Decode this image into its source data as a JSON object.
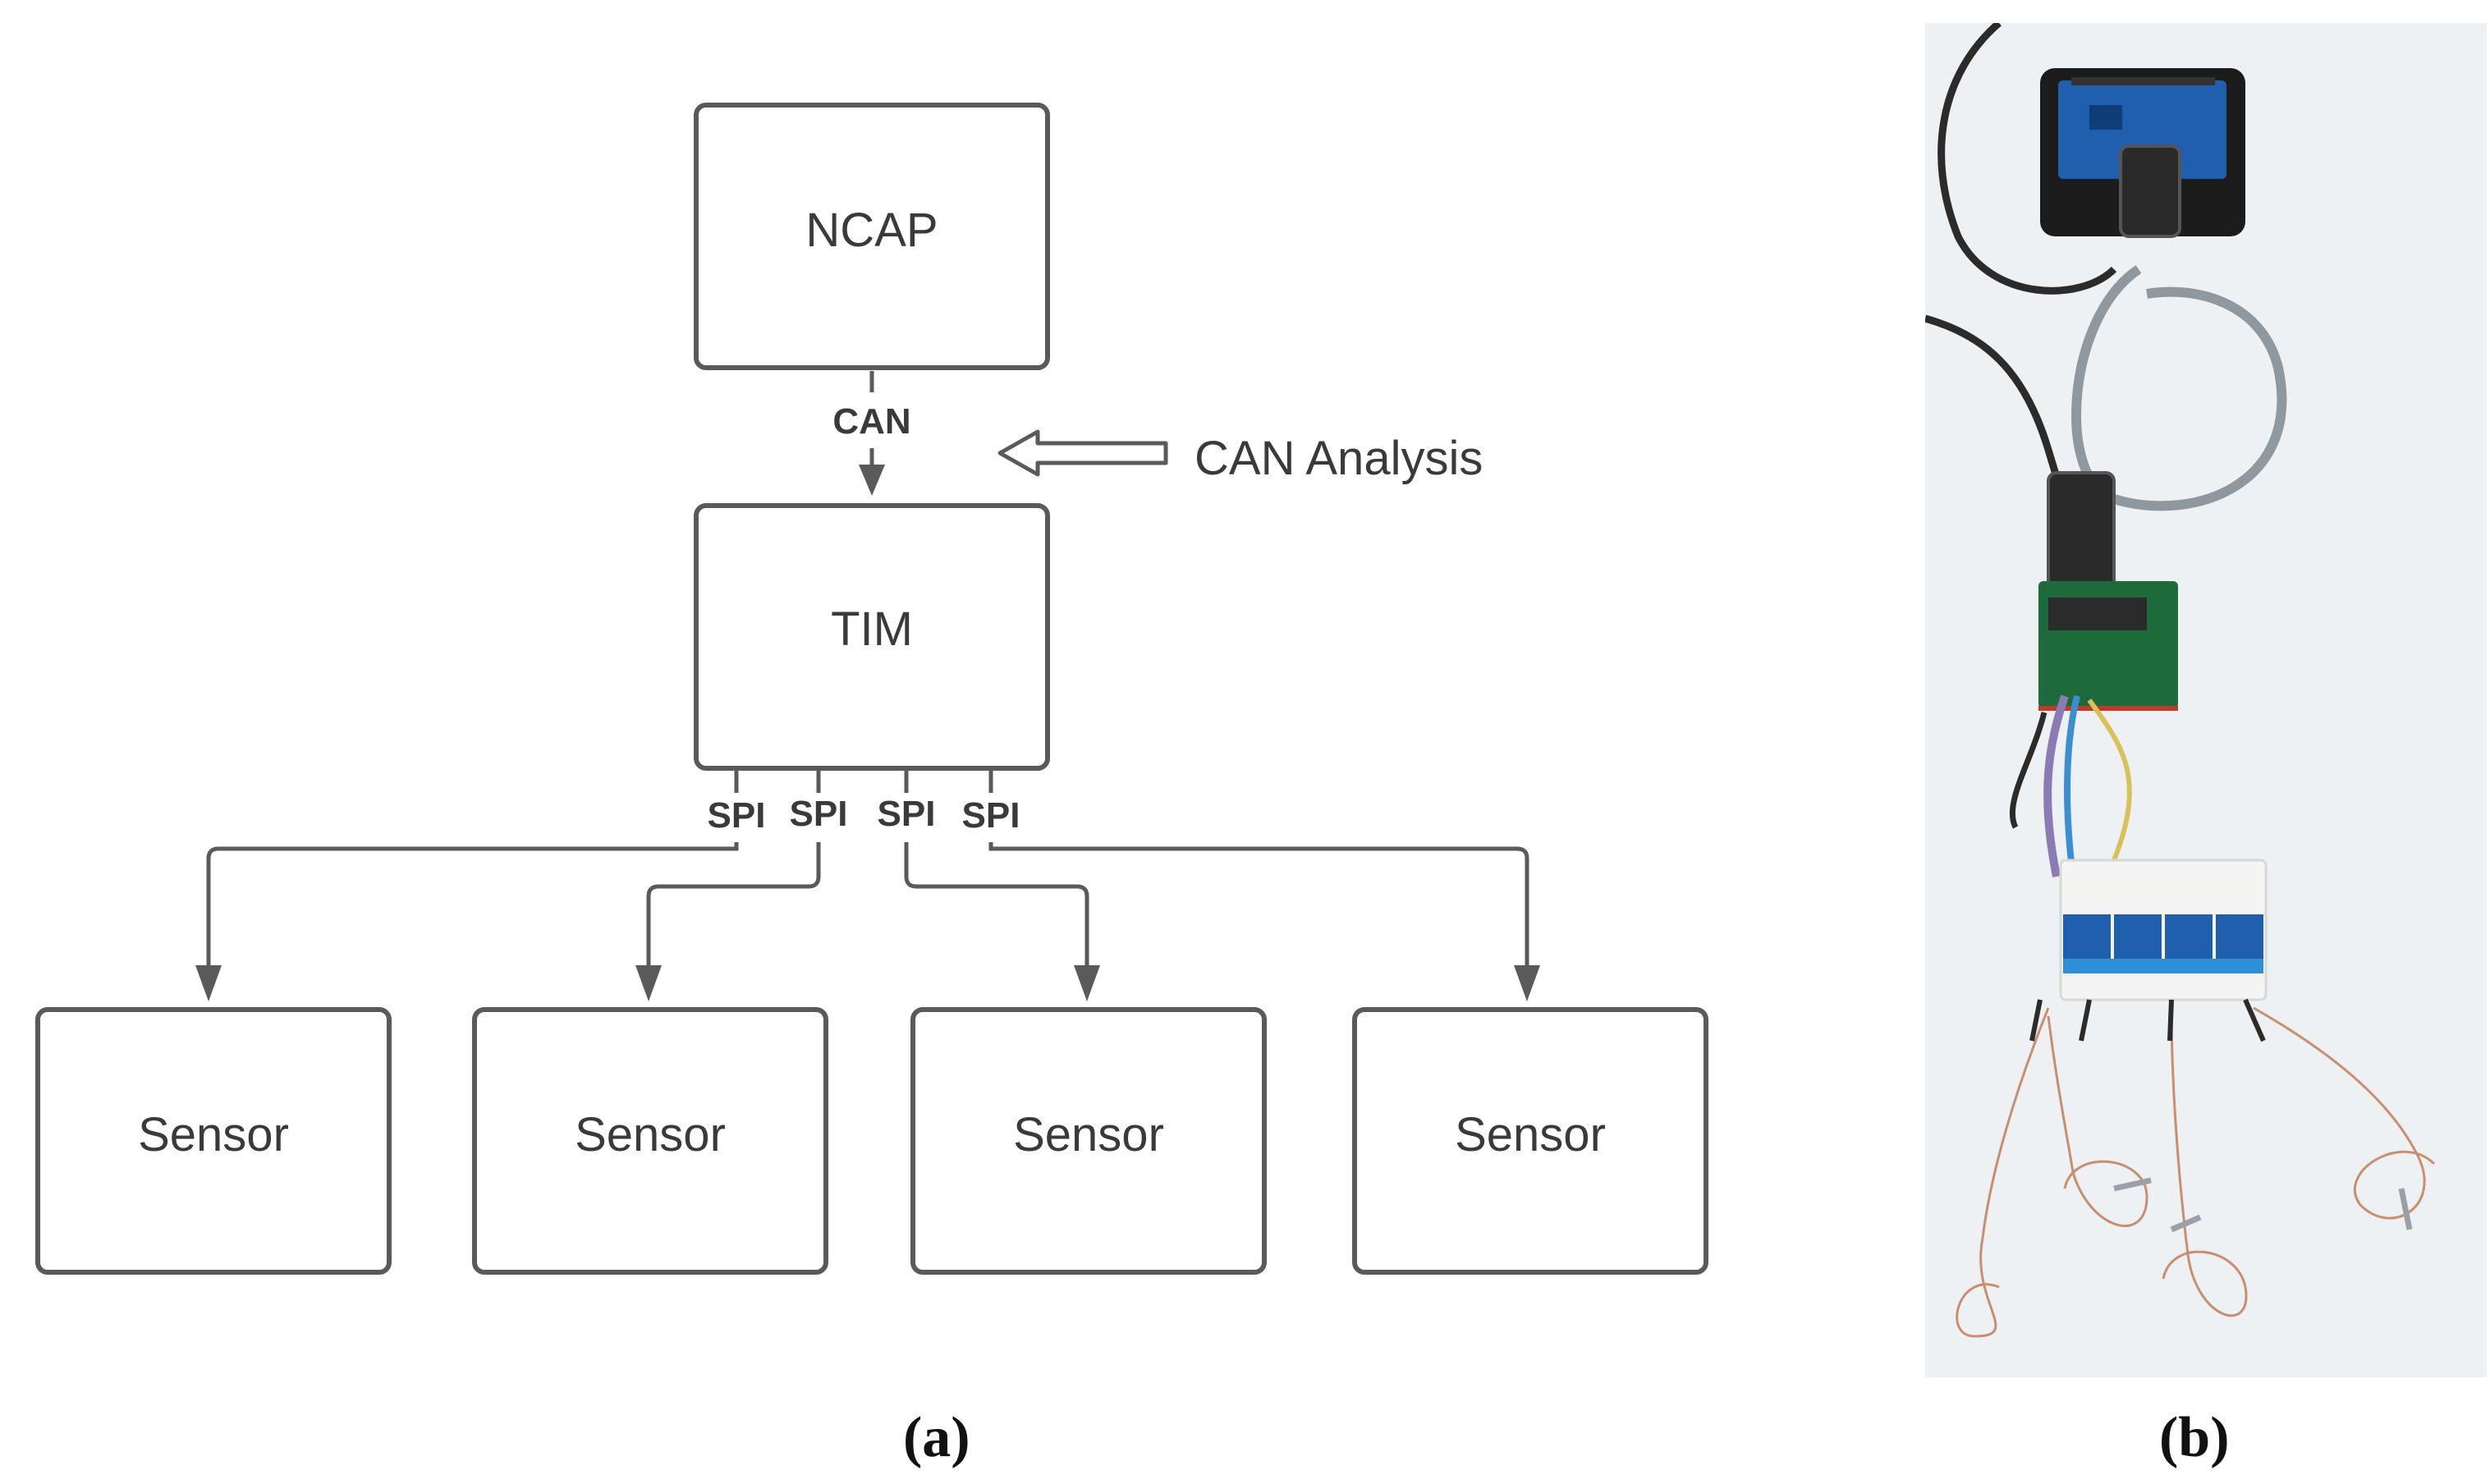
{
  "diagram": {
    "ncap": "NCAP",
    "tim": "TIM",
    "can_label": "CAN",
    "annotation": "CAN Analysis",
    "spi_labels": [
      "SPI",
      "SPI",
      "SPI",
      "SPI"
    ],
    "sensors": [
      "Sensor",
      "Sensor",
      "Sensor",
      "Sensor"
    ],
    "caption": "(a)"
  },
  "photo": {
    "caption": "(b)"
  },
  "colors": {
    "line": "#5a5a5a",
    "box_stroke": "#5a5a5a",
    "cable_grey": "#8e989e",
    "cable_black": "#2b2b2b",
    "pcb_blue": "#1f5fae",
    "pcb_green": "#1d6b3a",
    "copper": "#c98f6c"
  }
}
